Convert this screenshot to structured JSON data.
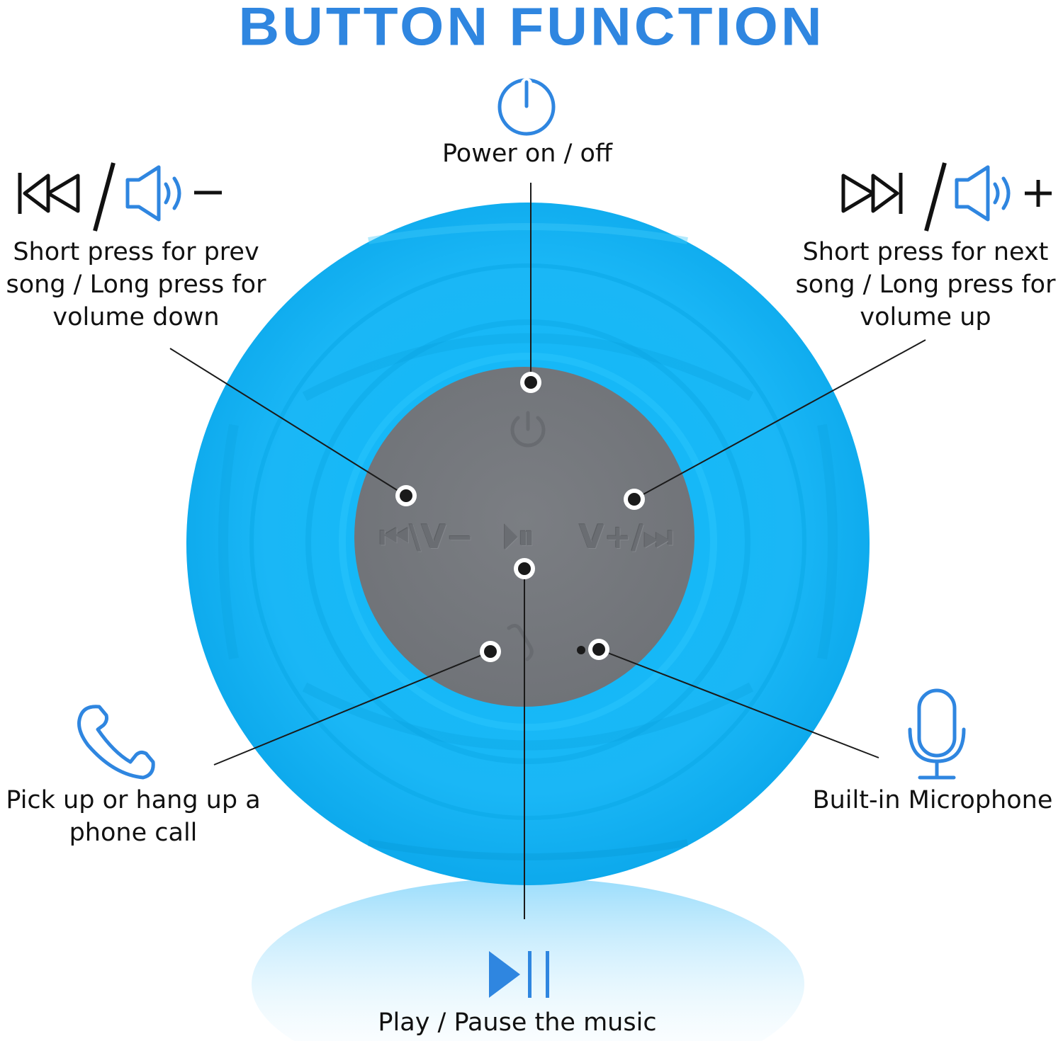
{
  "title": "BUTTON FUNCTION",
  "colors": {
    "accent": "#2f86e0",
    "speaker_body": "#16b8f7",
    "panel": "#76797e",
    "text": "#111111"
  },
  "labels": {
    "power": "Power on / off",
    "prev": [
      "Short press for prev",
      "song / Long press for",
      "volume down"
    ],
    "next": [
      "Short press for next",
      "song / Long press for",
      "volume up"
    ],
    "call": [
      "Pick up or hang up a",
      "phone call"
    ],
    "mic": "Built-in Microphone",
    "play": "Play / Pause the music"
  },
  "panel_text": {
    "left": "⏮\\V−",
    "center": "⏵⏸",
    "right": "V+/⏭"
  },
  "icons": {
    "power": "power-icon",
    "prev": "skip-previous-icon",
    "next": "skip-next-icon",
    "volume_down": "volume-down-icon",
    "volume_up": "volume-up-icon",
    "call": "phone-icon",
    "mic": "microphone-icon",
    "play_pause": "play-pause-icon"
  }
}
